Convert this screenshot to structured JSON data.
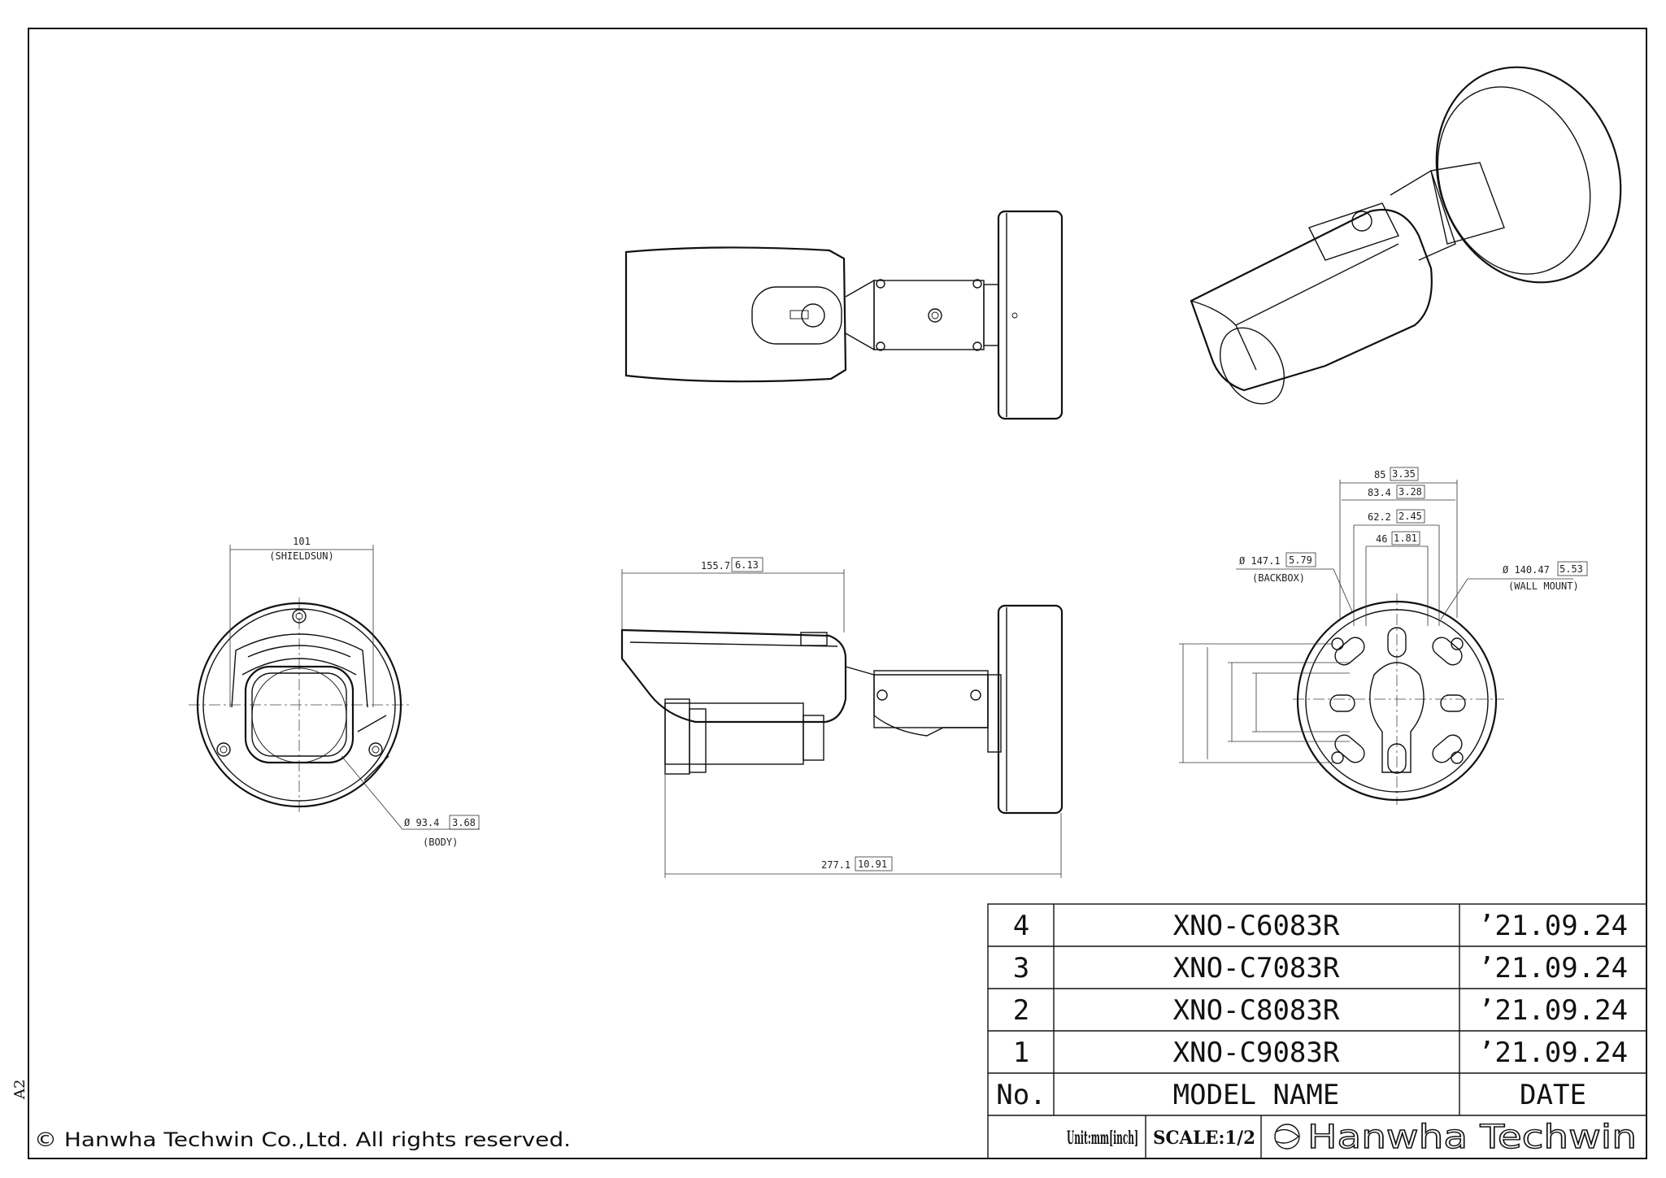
{
  "drawing": {
    "sheet_size": "A2",
    "copyright": "© Hanwha Techwin Co.,Ltd. All rights reserved.",
    "front_view": {
      "width_label": "101",
      "width_note": "(SHIELDSUN)",
      "body_dia_label": "Ø 93.4",
      "body_dia_inch": "3.68",
      "body_note": "(BODY)"
    },
    "side_view": {
      "depth_label": "155.7",
      "depth_inch": "6.13",
      "length_label": "277.1",
      "length_inch": "10.91"
    },
    "mount_view": {
      "backbox_dia": "Ø 147.1",
      "backbox_dia_inch": "5.79",
      "backbox_note": "(BACKBOX)",
      "wall_dia": "Ø 140.47",
      "wall_dia_inch": "5.53",
      "wall_note": "(WALL MOUNT)",
      "dims": [
        {
          "mm": "85",
          "inch": "3.35"
        },
        {
          "mm": "83.4",
          "inch": "3.28"
        },
        {
          "mm": "62.2",
          "inch": "2.45"
        },
        {
          "mm": "46",
          "inch": "1.81"
        }
      ]
    }
  },
  "title_block": {
    "rows": [
      {
        "no": "4",
        "model": "XNO-C6083R",
        "date": "’21.09.24"
      },
      {
        "no": "3",
        "model": "XNO-C7083R",
        "date": "’21.09.24"
      },
      {
        "no": "2",
        "model": "XNO-C8083R",
        "date": "’21.09.24"
      },
      {
        "no": "1",
        "model": "XNO-C9083R",
        "date": "’21.09.24"
      }
    ],
    "header_no": "No.",
    "header_model": "MODEL NAME",
    "header_date": "DATE",
    "unit": "Unit:mm[inch]",
    "scale": "SCALE:1/2",
    "brand": "Hanwha Techwin"
  }
}
